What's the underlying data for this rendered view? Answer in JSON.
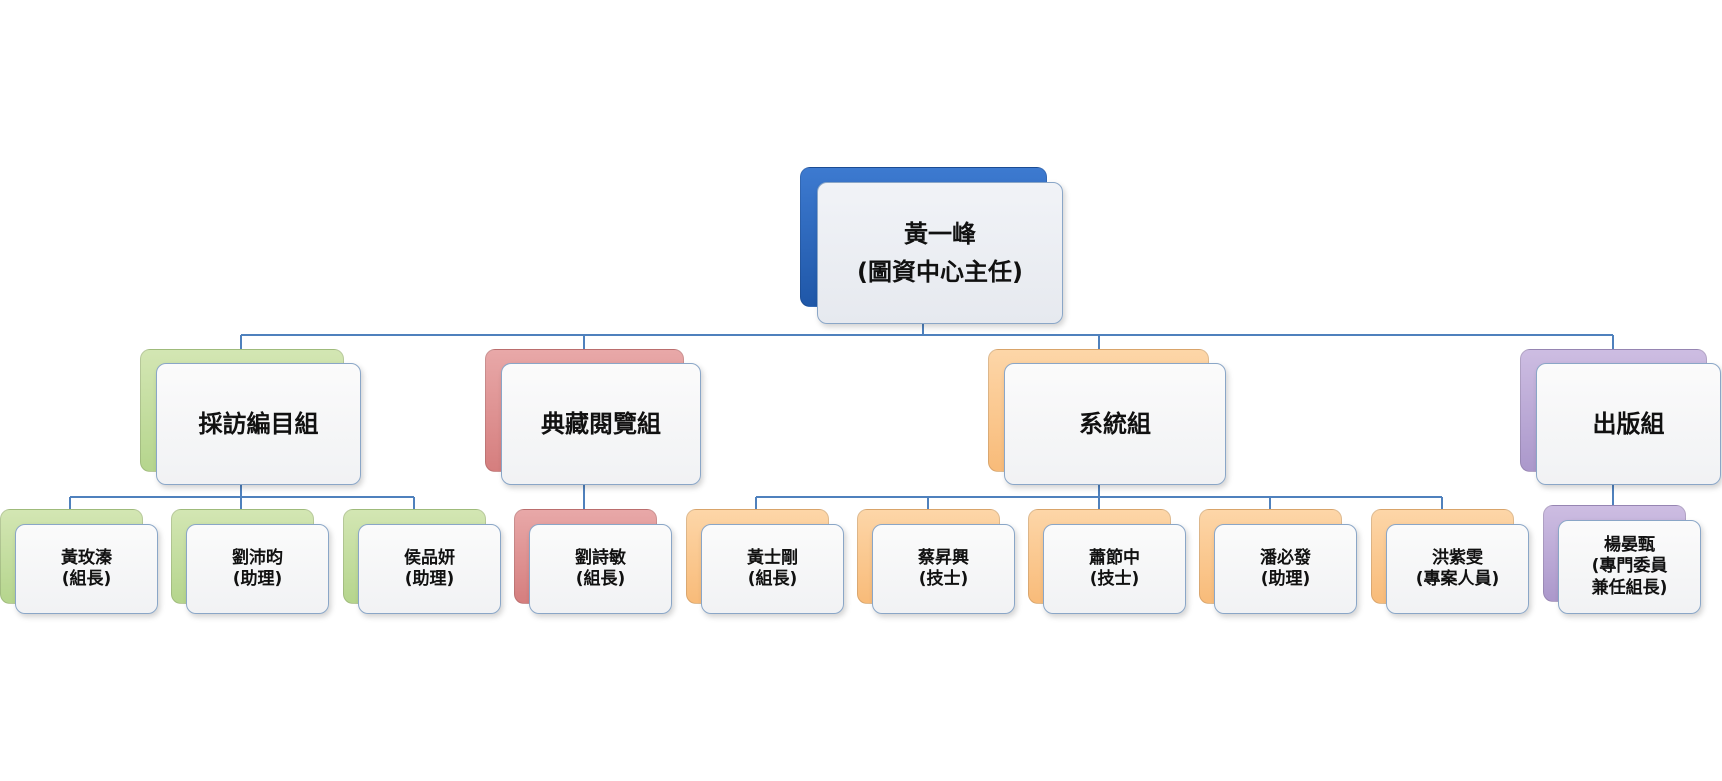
{
  "colors": {
    "connector": "#4f81bd",
    "root": "#1f57a8",
    "acquisition": "#b5d58d",
    "collection": "#d57e7e",
    "systems": "#f8bb79",
    "publishing": "#ab98cb"
  },
  "root": {
    "name": "黃一峰",
    "title": "(圖資中心主任)"
  },
  "departments": [
    {
      "name": "採訪編目組",
      "staff": [
        {
          "name": "黃玫溱",
          "role": "(組長)"
        },
        {
          "name": "劉沛昀",
          "role": "(助理)"
        },
        {
          "name": "侯品妍",
          "role": "(助理)"
        }
      ]
    },
    {
      "name": "典藏閱覽組",
      "staff": [
        {
          "name": "劉詩敏",
          "role": "(組長)"
        }
      ]
    },
    {
      "name": "系統組",
      "staff": [
        {
          "name": "黃士剛",
          "role": "(組長)"
        },
        {
          "name": "蔡昇興",
          "role": "(技士)"
        },
        {
          "name": "蕭節中",
          "role": "(技士)"
        },
        {
          "name": "潘必發",
          "role": "(助理)"
        },
        {
          "name": "洪紫雯",
          "role": "(專案人員)"
        }
      ]
    },
    {
      "name": "出版組",
      "staff": [
        {
          "name": "楊晏甄",
          "role": "(專門委員",
          "role2": "兼任組長)"
        }
      ]
    }
  ]
}
